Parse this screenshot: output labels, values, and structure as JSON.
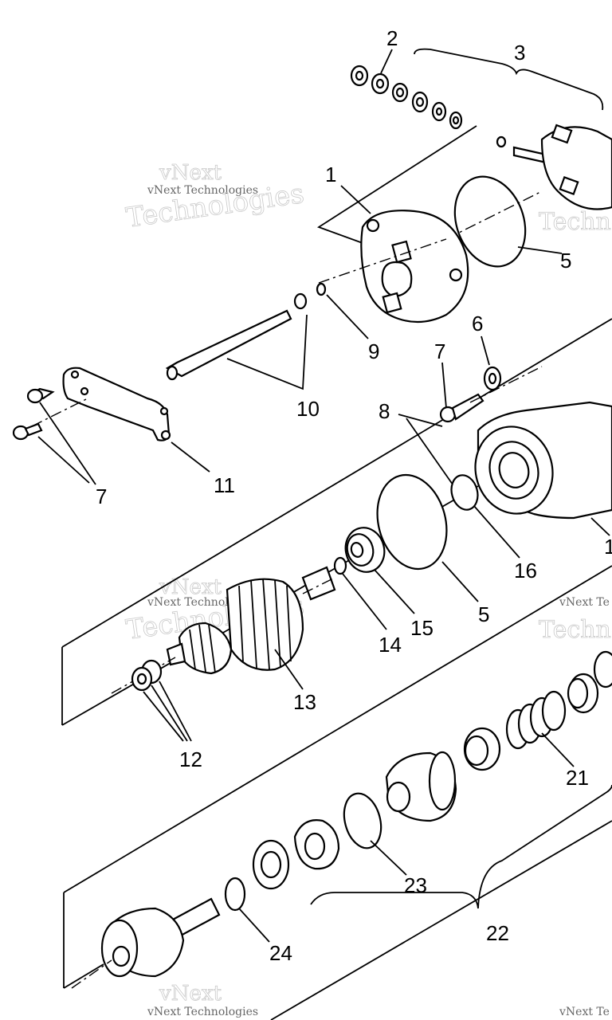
{
  "labels": {
    "l1": "1",
    "l2": "2",
    "l3": "3",
    "l5a": "5",
    "l5b": "5",
    "l6": "6",
    "l7a": "7",
    "l7b": "7",
    "l8": "8",
    "l9": "9",
    "l10": "10",
    "l11": "11",
    "l12": "12",
    "l13": "13",
    "l14": "14",
    "l15": "15",
    "l16": "16",
    "l21": "21",
    "l22": "22",
    "l23": "23",
    "l24": "24",
    "l17": "1"
  },
  "watermark": {
    "brand_top": "vNext",
    "brand_bottom": "Technologies",
    "small": "vNext Technologies",
    "edge_small": "vNext Te",
    "edge_big": "Technolo"
  }
}
